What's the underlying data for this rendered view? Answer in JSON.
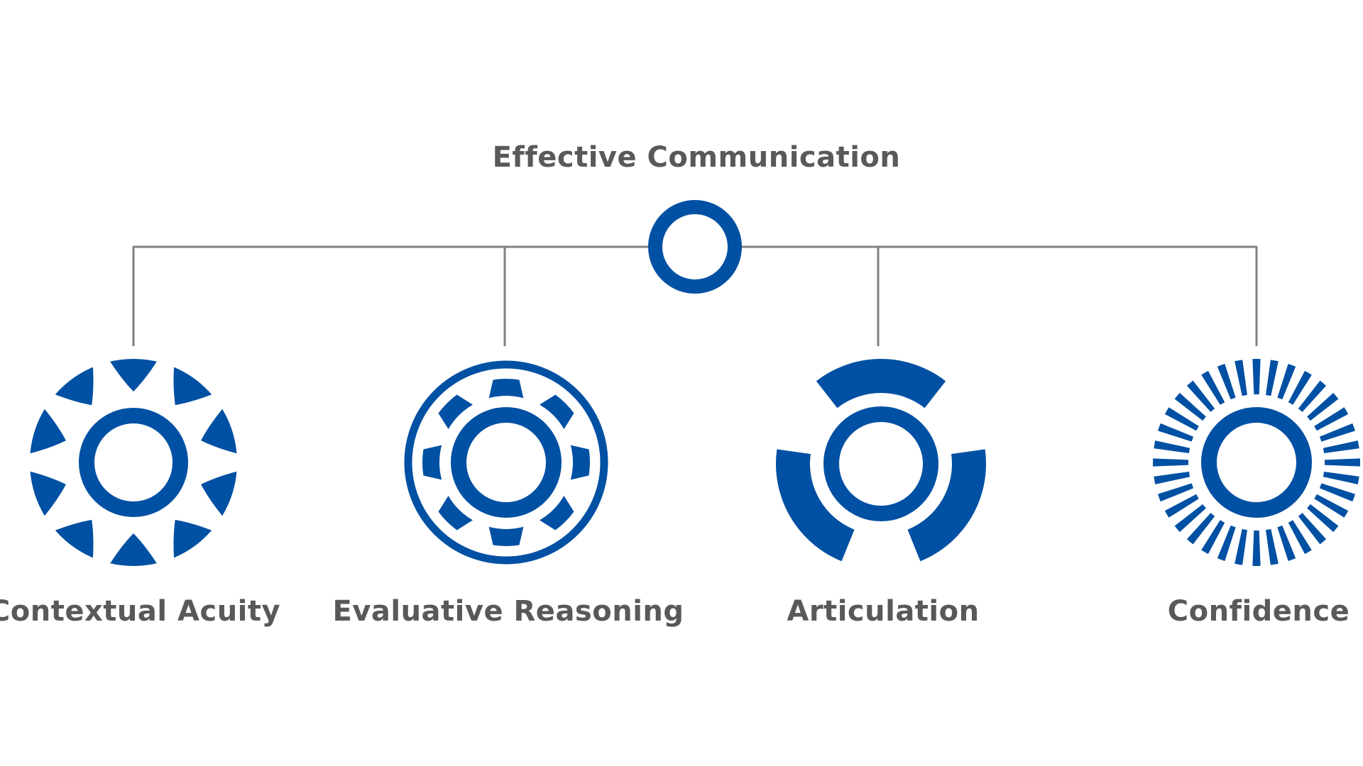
{
  "title": "Effective Communication",
  "nodes": [
    {
      "label": "Contextual Acuity",
      "icon": "petal-ring-icon"
    },
    {
      "label": "Evaluative Reasoning",
      "icon": "gear-ring-icon"
    },
    {
      "label": "Articulation",
      "icon": "three-arc-ring-icon"
    },
    {
      "label": "Confidence",
      "icon": "sunburst-ring-icon"
    }
  ],
  "colors": {
    "icon": "#0050A3",
    "connector": "#808080",
    "text": "#595959"
  }
}
